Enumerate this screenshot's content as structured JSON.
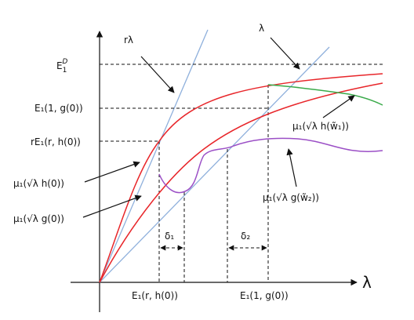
{
  "labels": {
    "r_lambda": "rλ",
    "lambda_line": "λ",
    "lambda_axis": "λ",
    "E1D_main": "E",
    "E1D_sub": "1",
    "E1D_sup": "D",
    "E1_1g0": "E₁(1, g(0))",
    "rE1_rh0": "rE₁(r, h(0))",
    "mu_h": "μ₁(√λ h(0))",
    "mu_g": "μ₁(√λ g(0))",
    "mu_w1": "μ₁(√λ h(w̃₁))",
    "mu_w2": "μ₁(√λ g(w̃₂))",
    "delta1": "δ₁",
    "delta2": "δ₂",
    "x_E1_rh0": "E₁(r, h(0))",
    "x_E1_1g0": "E₁(1, g(0))"
  },
  "colors": {
    "red": "#e8262a",
    "blue": "#8fb0dc",
    "green": "#3aaa4a",
    "purple": "#9b4fc6",
    "ink": "#111111"
  }
}
